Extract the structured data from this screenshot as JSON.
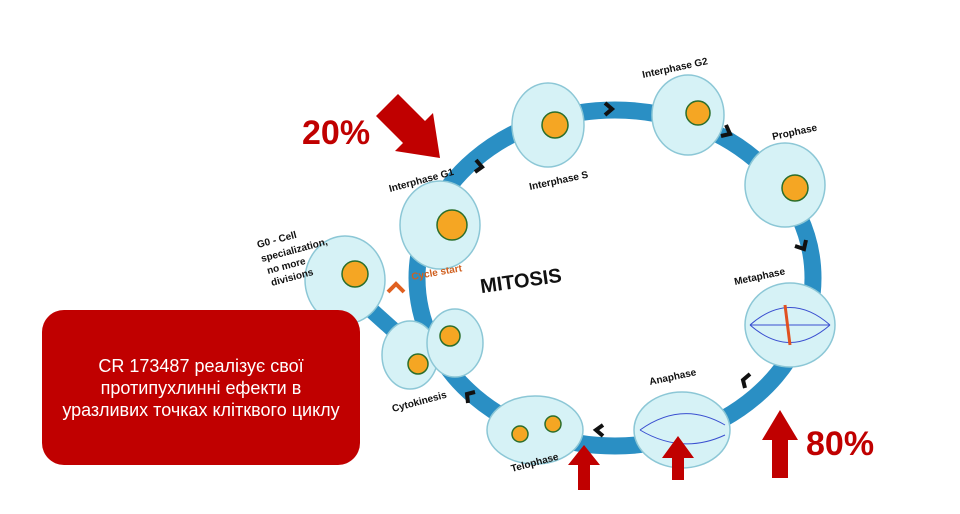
{
  "diagram": {
    "center_label": "MITOSIS",
    "cycle_start": "Cycle start",
    "phases": {
      "g0": [
        "G0 - Cell",
        "specialization,",
        "no more",
        "divisions"
      ],
      "g1": "Interphase G1",
      "s": "Interphase S",
      "g2": "Interphase G2",
      "prophase": "Prophase",
      "metaphase": "Metaphase",
      "anaphase": "Anaphase",
      "telophase": "Telophase",
      "cytokinesis": "Cytokinesis"
    }
  },
  "annotations": {
    "g1_percent": "20%",
    "mitosis_percent": "80%",
    "callout": "CR 173487 реалізує свої протипухлинні  ефекти в уразливих точках клітквого циклу"
  },
  "colors": {
    "accent": "#c00000",
    "ring": "#2a8fc4",
    "cell": "#d6f2f6"
  }
}
